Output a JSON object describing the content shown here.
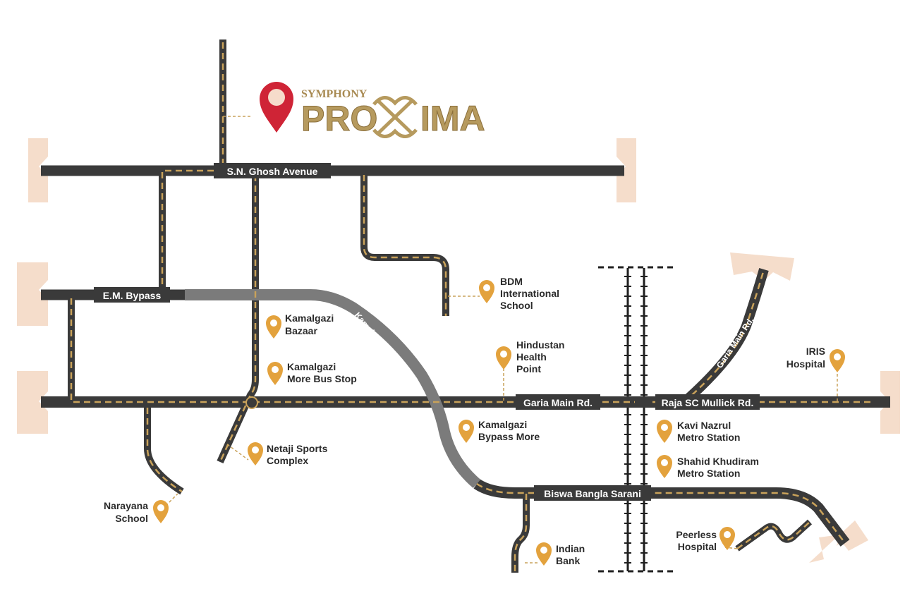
{
  "brand": {
    "small": "SYMPHONY",
    "big_left": "PRO",
    "big_right": "IMA"
  },
  "roads": {
    "sn_ghosh": "S.N. Ghosh Avenue",
    "em_bypass": "E.M. Bypass",
    "garia_main": "Garia Main Rd.",
    "raja_sc": "Raja SC Mullick Rd.",
    "biswa_bangla": "Biswa Bangla Sarani",
    "flyover": "Kamalgazi Flyover",
    "garia_main_diag": "Garia Main Rd."
  },
  "places": [
    {
      "id": "bdm",
      "lines": [
        "BDM",
        "International",
        "School"
      ]
    },
    {
      "id": "kamalgazi-bazaar",
      "lines": [
        "Kamalgazi",
        "Bazaar"
      ]
    },
    {
      "id": "hindustan",
      "lines": [
        "Hindustan",
        "Health",
        "Point"
      ]
    },
    {
      "id": "kamalgazi-more",
      "lines": [
        "Kamalgazi",
        "More Bus Stop"
      ]
    },
    {
      "id": "iris",
      "lines": [
        "IRIS",
        "Hospital"
      ]
    },
    {
      "id": "kavi-nazrul",
      "lines": [
        "Kavi Nazrul",
        "Metro Station"
      ]
    },
    {
      "id": "kamalgazi-bypass",
      "lines": [
        "Kamalgazi",
        "Bypass More"
      ]
    },
    {
      "id": "netaji",
      "lines": [
        "Netaji Sports",
        "Complex"
      ]
    },
    {
      "id": "shahid",
      "lines": [
        "Shahid Khudiram",
        "Metro Station"
      ]
    },
    {
      "id": "narayana",
      "lines": [
        "Narayana",
        "School"
      ]
    },
    {
      "id": "peerless",
      "lines": [
        "Peerless",
        "Hospital"
      ]
    },
    {
      "id": "indian-bank",
      "lines": [
        "Indian",
        "Bank"
      ]
    }
  ],
  "colors": {
    "road": "#3a3a3a",
    "flyover": "#7b7b7b",
    "dash": "#c9a25a",
    "pin": "#e3a23d",
    "main_pin": "#cf2436",
    "edge": "#f5ddcb"
  }
}
